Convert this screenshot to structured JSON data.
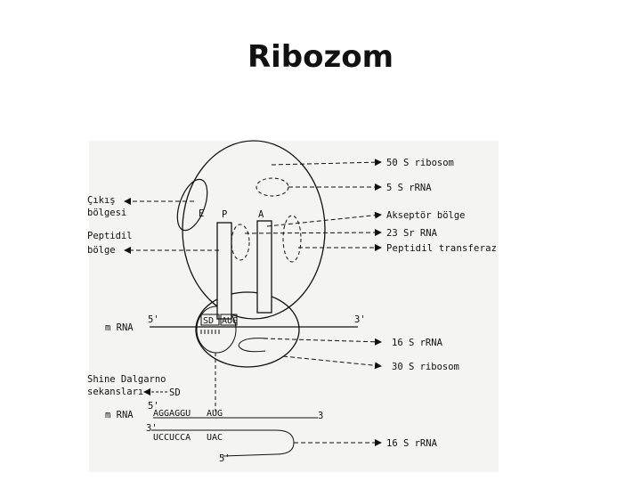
{
  "slide": {
    "title": "Ribozom"
  },
  "diagram": {
    "labels": {
      "large_50s": "50 S ribosom",
      "rrna_5s": "5 S rRNA",
      "exit_site_line1": "Çıkış",
      "exit_site_line2": "bölgesi",
      "e_site": "E",
      "p_site": "P",
      "a_site": "A",
      "acceptor_site": "Akseptör bölge",
      "rrna_23s": "23 Sr RNA",
      "peptidyl_site_line1": "Peptidil",
      "peptidyl_site_line2": "bölge",
      "peptidyl_transferase": "Peptidil transferaz",
      "mrna_top": "m RNA",
      "five_prime_top": "5'",
      "three_prime_top": "3'",
      "sd_box": "SD",
      "aug_box": "AUG",
      "rrna_16s_top": "16 S rRNA",
      "small_30s": "30 S ribosom",
      "shine_line1": "Shine Dalgarno",
      "shine_line2": "sekansları",
      "sd_label": "SD",
      "mrna_bottom": "m RNA",
      "five_prime_bottom": "5'",
      "seq_top_sd": "AGGAGGU",
      "seq_top_aug": "AUG",
      "three_end_top": "3",
      "three_end_bottom": "3'",
      "seq_bottom_sd": "UCCUCCA",
      "seq_bottom_uac": "UAC",
      "rrna_16s_bottom": "16 S rRNA",
      "five_end_bottom": "5'"
    }
  }
}
